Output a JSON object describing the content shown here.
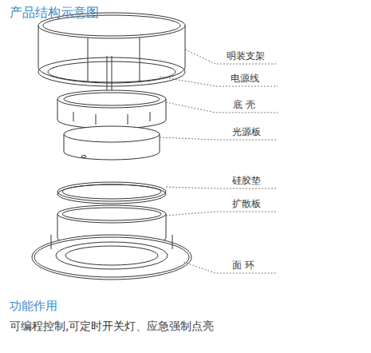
{
  "diagram": {
    "title": "产品结构示意图",
    "labels": [
      "明装支架",
      "电源线",
      "底 壳",
      "光源板",
      "硅胶垫",
      "扩散板",
      "面 环",
      "功能作用",
      "可编程控制,可定时开关灯、应急强制点亮"
    ]
  }
}
